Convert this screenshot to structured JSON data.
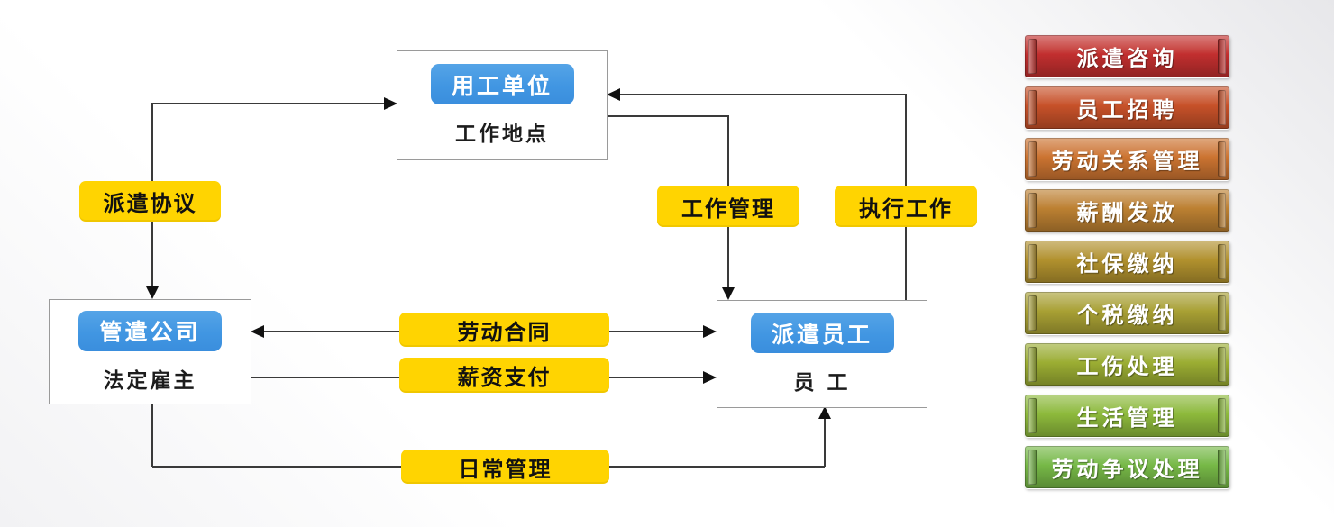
{
  "diagram": {
    "nodes": {
      "client": {
        "title": "用工单位",
        "subtitle": "工作地点"
      },
      "agency": {
        "title": "管遣公司",
        "subtitle": "法定雇主"
      },
      "worker": {
        "title": "派遣员工",
        "subtitle": "员 工"
      }
    },
    "edges": {
      "dispatch_agreement": "派遣协议",
      "work_management": "工作管理",
      "execute_work": "执行工作",
      "labor_contract": "劳动合同",
      "salary_payment": "薪资支付",
      "daily_management": "日常管理"
    },
    "colors": {
      "node_button_blue": "#4196e2",
      "edge_label_yellow": "#ffd401",
      "line": "#3a3a3a"
    }
  },
  "sidebar": {
    "items": [
      {
        "label": "派遣咨询",
        "color": "#c22f2f"
      },
      {
        "label": "员工招聘",
        "color": "#c75129"
      },
      {
        "label": "劳动关系管理",
        "color": "#cc7431"
      },
      {
        "label": "薪酬发放",
        "color": "#bd8132"
      },
      {
        "label": "社保缴纳",
        "color": "#b2922e"
      },
      {
        "label": "个税缴纳",
        "color": "#a9a134"
      },
      {
        "label": "工伤处理",
        "color": "#9cae33"
      },
      {
        "label": "生活管理",
        "color": "#8eba3c"
      },
      {
        "label": "劳动争议处理",
        "color": "#77b947"
      }
    ]
  }
}
